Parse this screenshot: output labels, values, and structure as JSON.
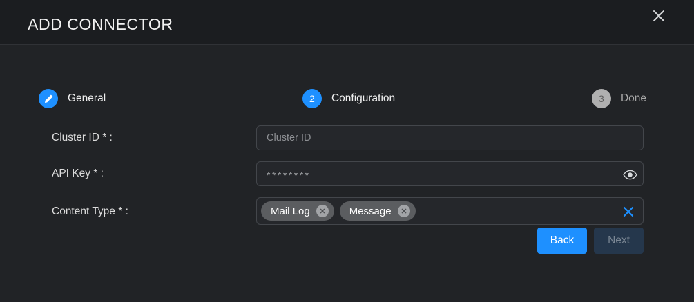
{
  "header": {
    "title": "ADD CONNECTOR",
    "close_icon": "close-icon"
  },
  "stepper": {
    "steps": [
      {
        "index": "1",
        "label": "General",
        "state": "done",
        "icon": "pencil-icon"
      },
      {
        "index": "2",
        "label": "Configuration",
        "state": "active",
        "icon": ""
      },
      {
        "index": "3",
        "label": "Done",
        "state": "todo",
        "icon": ""
      }
    ]
  },
  "form": {
    "cluster_id": {
      "label": "Cluster ID * :",
      "placeholder": "Cluster ID",
      "value": ""
    },
    "api_key": {
      "label": "API Key * :",
      "masked_value": "********",
      "reveal_icon": "eye-icon"
    },
    "content_type": {
      "label": "Content Type * :",
      "chips": [
        {
          "label": "Mail Log",
          "remove_icon": "chip-close-icon"
        },
        {
          "label": "Message",
          "remove_icon": "chip-close-icon"
        }
      ],
      "clear_icon": "clear-all-icon"
    }
  },
  "actions": {
    "back_label": "Back",
    "next_label": "Next",
    "next_disabled": true
  },
  "colors": {
    "accent": "#1e90ff",
    "header_bg": "#1b1d20",
    "body_bg": "#212326",
    "field_bg": "#25272b",
    "field_border": "#43464b",
    "chip_bg": "#5b5d60",
    "disabled_bg": "#25374c",
    "disabled_text": "#7b8794",
    "step_todo_bg": "#b0b0b0"
  }
}
